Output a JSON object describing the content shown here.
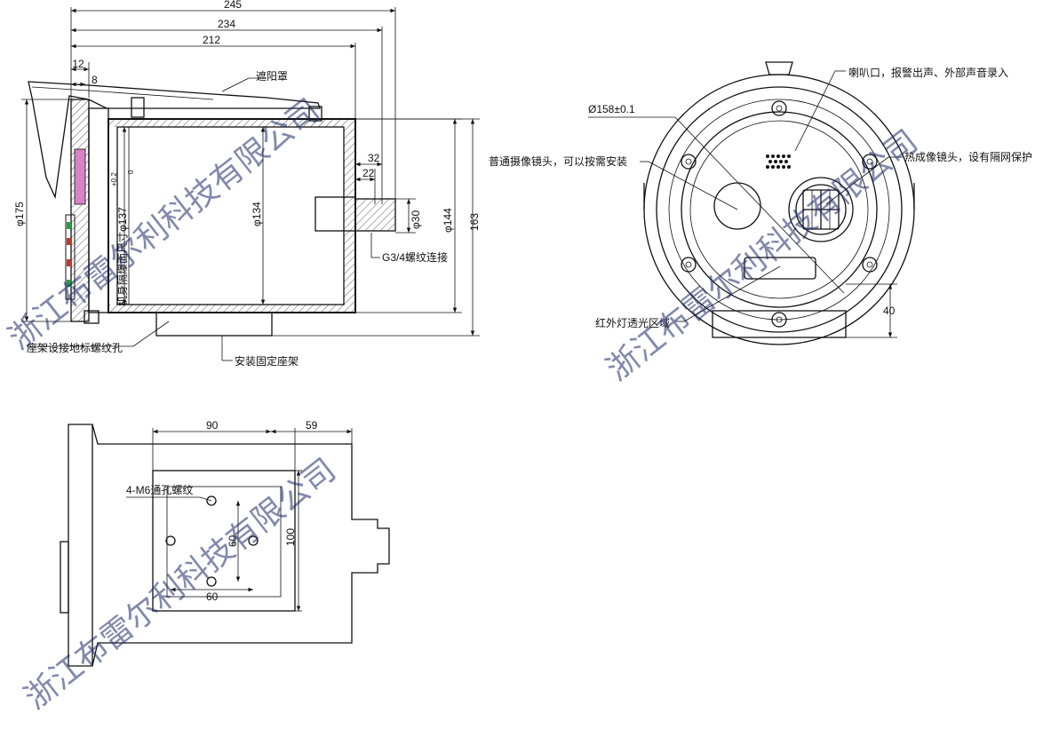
{
  "dimensions": {
    "d245": "245",
    "d234": "234",
    "d212": "212",
    "d12": "12",
    "d8": "8",
    "d32": "32",
    "d22": "22",
    "d30": "φ30",
    "d144": "φ144",
    "d163": "163",
    "d175": "φ175",
    "d134": "φ134",
    "d137": "机身隔爆面尺寸φ137",
    "d137tol_upper": "+0.2",
    "d137tol_lower": "0",
    "d158": "Ø158±0.1",
    "d40": "40",
    "d90": "90",
    "d59": "59",
    "d100": "100",
    "d60v": "60",
    "d60h": "60"
  },
  "callouts": {
    "sunshade": "遮阳罩",
    "thread": "G3/4螺纹连接",
    "ground_hole": "座架设接地标螺纹孔",
    "bracket": "安装固定座架",
    "speaker": "喇叭口，报警出声、外部声音录入",
    "camera": "普通摄像镜头，可以按需安装",
    "thermal": "热成像镜头，设有隔网保护",
    "ir_zone": "红外灯透光区域",
    "m6": "4-M6通孔螺纹"
  },
  "watermarks": {
    "w1": "浙江布雷尔利科技有限公司",
    "w2": "浙江布雷尔利科技有限公司",
    "w3": "浙江布雷尔利科技有限公司"
  }
}
